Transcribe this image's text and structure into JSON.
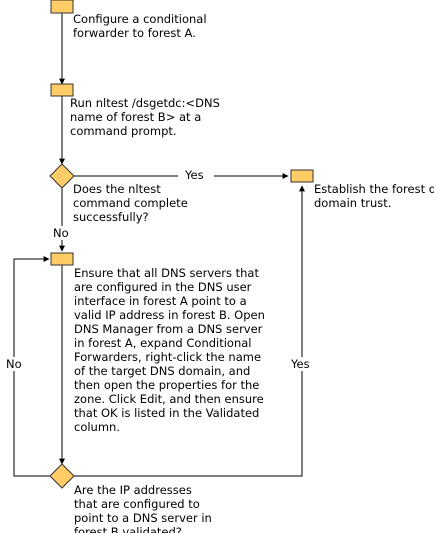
{
  "colors": {
    "shape_fill": "#ffcc66",
    "shape_stroke": "#333333",
    "line": "#000000",
    "background": "#ffffff"
  },
  "steps": {
    "step1": "Configure a conditional\nforwarder to forest A.",
    "step2": "Run nltest /dsgetdc:<DNS\nname of forest B> at a\ncommand prompt.",
    "decision1": "Does the nltest\ncommand complete\nsuccessfully?",
    "step3": "Establish the forest or\ndomain trust.",
    "step4": "Ensure that all DNS servers that\nare configured in the DNS user\ninterface in forest A point to a\nvalid IP address in forest B. Open\nDNS Manager from a DNS server\nin forest A, expand Conditional\nForwarders, right-click the name\nof the target DNS domain, and\nthen open the properties for the\nzone. Click Edit, and then ensure\nthat OK is listed in the Validated\ncolumn.",
    "decision2": "Are the IP addresses\nthat are configured to\npoint to a DNS server in\nforest B validated?"
  },
  "edges": {
    "d1_yes": "Yes",
    "d1_no": "No",
    "d2_no": "No",
    "d2_yes": "Yes"
  }
}
